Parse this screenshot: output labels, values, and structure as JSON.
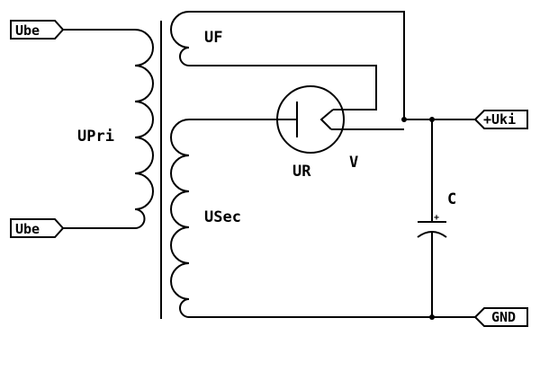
{
  "labels": {
    "primary_winding": "UPri",
    "filament_winding": "UF",
    "secondary_winding": "USec",
    "valve_anode": "UR",
    "valve_name": "V",
    "capacitor": "C",
    "capacitor_polarity": "+"
  },
  "ports": {
    "input_top": "Ube",
    "input_bottom": "Ube",
    "output_positive": "+Uki",
    "output_ground": "GND"
  },
  "colors": {
    "ink": "#000000",
    "background": "#ffffff"
  }
}
